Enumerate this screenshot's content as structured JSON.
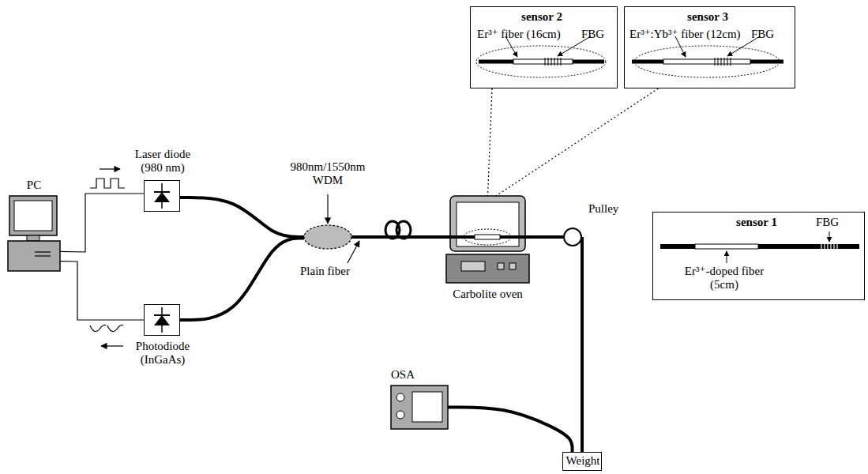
{
  "diagram": {
    "nodes": [
      {
        "text": [
          "sensor 2",
          "Er³⁺ fiber (16cm)",
          "FBG"
        ]
      },
      {
        "text": [
          "sensor 3",
          "Er³⁺:Yb³⁺ fiber (12cm)",
          "FBG"
        ]
      },
      {
        "text": [
          "PC"
        ]
      },
      {
        "text": [
          "Laser diode (980 nm)"
        ]
      },
      {
        "text": [
          "980nm/1550nm WDM"
        ]
      },
      {
        "text": [
          "Photodiode (InGaAs)"
        ]
      },
      {
        "text": [
          "Carbolite oven"
        ]
      },
      {
        "text": [
          "Pulley"
        ]
      },
      {
        "text": [
          "sensor 1",
          "Er³⁺-doped fiber (5cm)",
          "FBG"
        ]
      },
      {
        "text": [
          "OSA"
        ]
      },
      {
        "text": [
          "Weight"
        ]
      }
    ],
    "edges": [
      {
        "from": 2,
        "to": 3,
        "arrow": "none"
      },
      {
        "from": 2,
        "to": 5,
        "arrow": "none"
      },
      {
        "from": 3,
        "to": 4,
        "arrow": "none"
      },
      {
        "from": 5,
        "to": 4,
        "arrow": "none"
      },
      {
        "from": 4,
        "to": 6,
        "arrow": "none"
      },
      {
        "from": 6,
        "to": 7,
        "arrow": "none"
      },
      {
        "from": 7,
        "to": 10,
        "arrow": "none"
      },
      {
        "from": 9,
        "to": 10,
        "arrow": "none"
      },
      {
        "from": 0,
        "to": 6,
        "arrow": "none"
      },
      {
        "from": 1,
        "to": 6,
        "arrow": "none"
      }
    ],
    "labels": [
      "Plain fiber"
    ]
  }
}
